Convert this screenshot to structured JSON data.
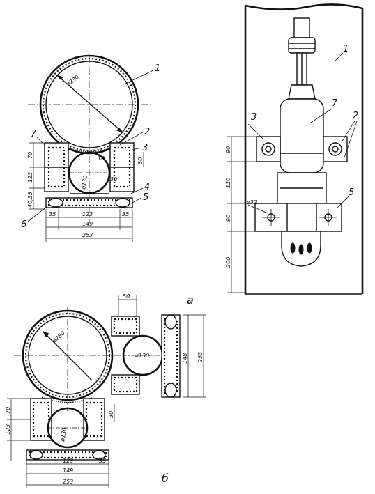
{
  "view_a": {
    "pipe_dia": "ø230",
    "pipe_small_dia": "ø130",
    "callout_1": "1",
    "callout_2": "2",
    "callout_3": "3",
    "callout_4": "4",
    "callout_5": "5",
    "callout_6": "6",
    "callout_7": "7",
    "callout_10": "10",
    "callout_30": "30",
    "dim_70": "70",
    "dim_123": "123",
    "dim_40_35": "40,35",
    "dim_50": "50",
    "dim_35_left": "35",
    "dim_123_bottom": "123",
    "dim_35_right": "35",
    "dim_149": "149",
    "dim_253": "253",
    "label": "а"
  },
  "view_side": {
    "callout_1": "1",
    "callout_7": "7",
    "callout_3": "3",
    "callout_2": "2",
    "callout_5": "5",
    "dim_90_top": "90",
    "dim_120": "120",
    "dim_90_bottom": "90",
    "dim_200": "200",
    "hole_dia": "ø32"
  },
  "view_b": {
    "pipe_dia": "ø280",
    "pipe_small_dia_top": "ø130",
    "pipe_small_dia_bottom": "ø130",
    "dim_50": "50",
    "dim_70": "70",
    "dim_123": "123",
    "dim_30": "30",
    "dim_148": "148",
    "dim_253_right": "253",
    "dim_253_bottom": "253",
    "dim_149": "149",
    "dim_123_bottom": "123",
    "dim_35": "35",
    "label": "б"
  }
}
